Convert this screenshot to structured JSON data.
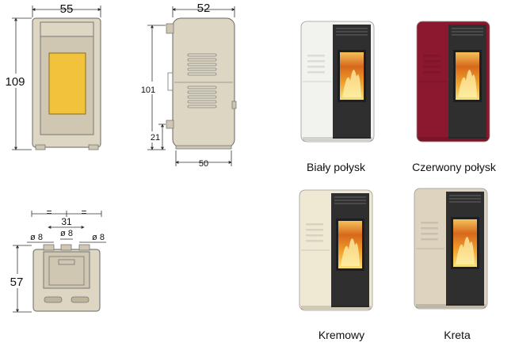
{
  "front_view": {
    "width_label": "55",
    "height_label": "109"
  },
  "side_view": {
    "depth_label": "52",
    "height_label": "101",
    "inlet_height_label": "21",
    "foot_depth_label": "50"
  },
  "top_view": {
    "equal_left": "=",
    "equal_right": "=",
    "spacing_label": "31",
    "pipe_center_label": "ø 8",
    "pipe_left_label": "ø 8",
    "pipe_right_label": "ø 8",
    "height_label": "57"
  },
  "variants": [
    {
      "name": "Biały połysk",
      "color": "#f2f2ee"
    },
    {
      "name": "Czerwony połysk",
      "color": "#8c1830"
    },
    {
      "name": "Kremowy",
      "color": "#efe8d2"
    },
    {
      "name": "Kreta",
      "color": "#ddd3bf"
    }
  ],
  "colors": {
    "drawing_body": "#ddd6c3",
    "drawing_window": "#f2c23c",
    "panel_dark": "#2f2f2f"
  }
}
